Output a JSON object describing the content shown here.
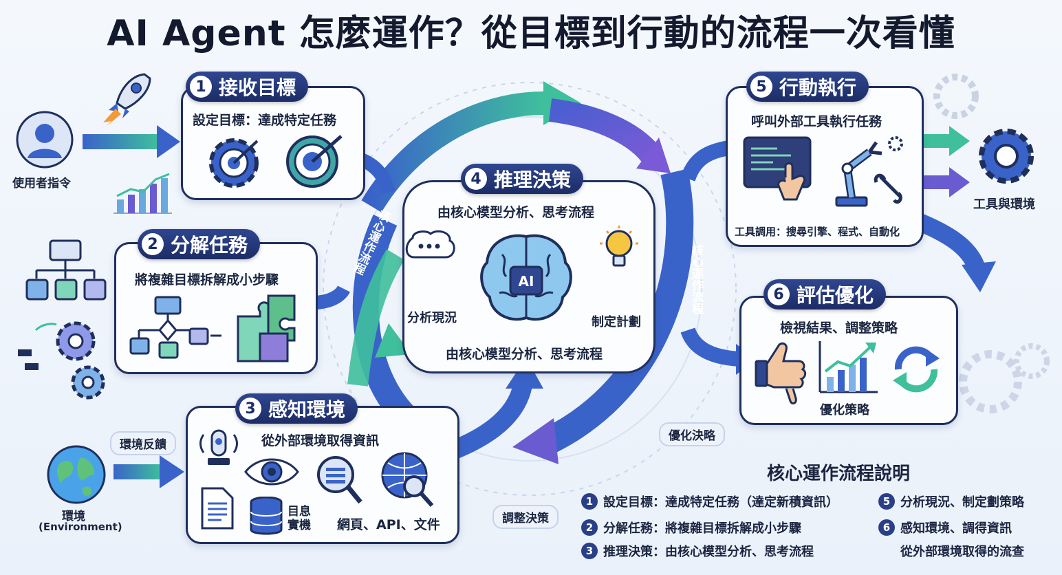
{
  "title": "AI Agent 怎麼運作？從目標到行動的流程一次看懂",
  "steps": {
    "s1": {
      "num": "1",
      "name": "接收目標",
      "sub": "設定目標：達成特定任務"
    },
    "s2": {
      "num": "2",
      "name": "分解任務",
      "sub": "將複雜目標拆解成小步驟"
    },
    "s3": {
      "num": "3",
      "name": "感知環境",
      "sub": "從外部環境取得資訊",
      "label_db": "目息\n實機",
      "label_web": "網頁、API、文件"
    },
    "s4": {
      "num": "4",
      "name": "推理決策",
      "sub": "由核心模型分析、思考流程",
      "left": "分析現況",
      "right": "制定計劃",
      "bottom": "由核心模型分析、思考流程",
      "ai": "AI"
    },
    "s5": {
      "num": "5",
      "name": "行動執行",
      "sub": "呼叫外部工具執行任務",
      "bottom": "工具調用：搜尋引擎、程式、自動化"
    },
    "s6": {
      "num": "6",
      "name": "評估優化",
      "sub": "檢視結果、調整策略",
      "bottom": "優化策略"
    }
  },
  "side": {
    "user": "使用者指令",
    "env1": "環境",
    "env2": "(Environment)",
    "tools": "工具與環境",
    "feedback": "環境反饋",
    "adjust": "調整決策",
    "optimize": "優化決略",
    "loop_left": "核心運作流程",
    "loop_right": "核心運作流程"
  },
  "legend": {
    "title": "核心運作流程說明",
    "items": [
      {
        "n": "1",
        "text": "設定目標：達成特定任務（達定新積資訊）"
      },
      {
        "n": "2",
        "text": "分解任務：將複雜目標拆解成小步驟"
      },
      {
        "n": "3",
        "text": "推理決策：由核心模型分析、思考流程"
      },
      {
        "n": "5",
        "text": "分析現況、制定劃策略"
      },
      {
        "n": "6",
        "text": "感知環境、調得資訊"
      },
      {
        "n": "",
        "text": "從外部環境取得的流查"
      }
    ]
  },
  "colors": {
    "navy": "#1f2f5c",
    "blue": "#3a63c9",
    "teal": "#3fbf9c",
    "purple": "#6a5bd1"
  }
}
